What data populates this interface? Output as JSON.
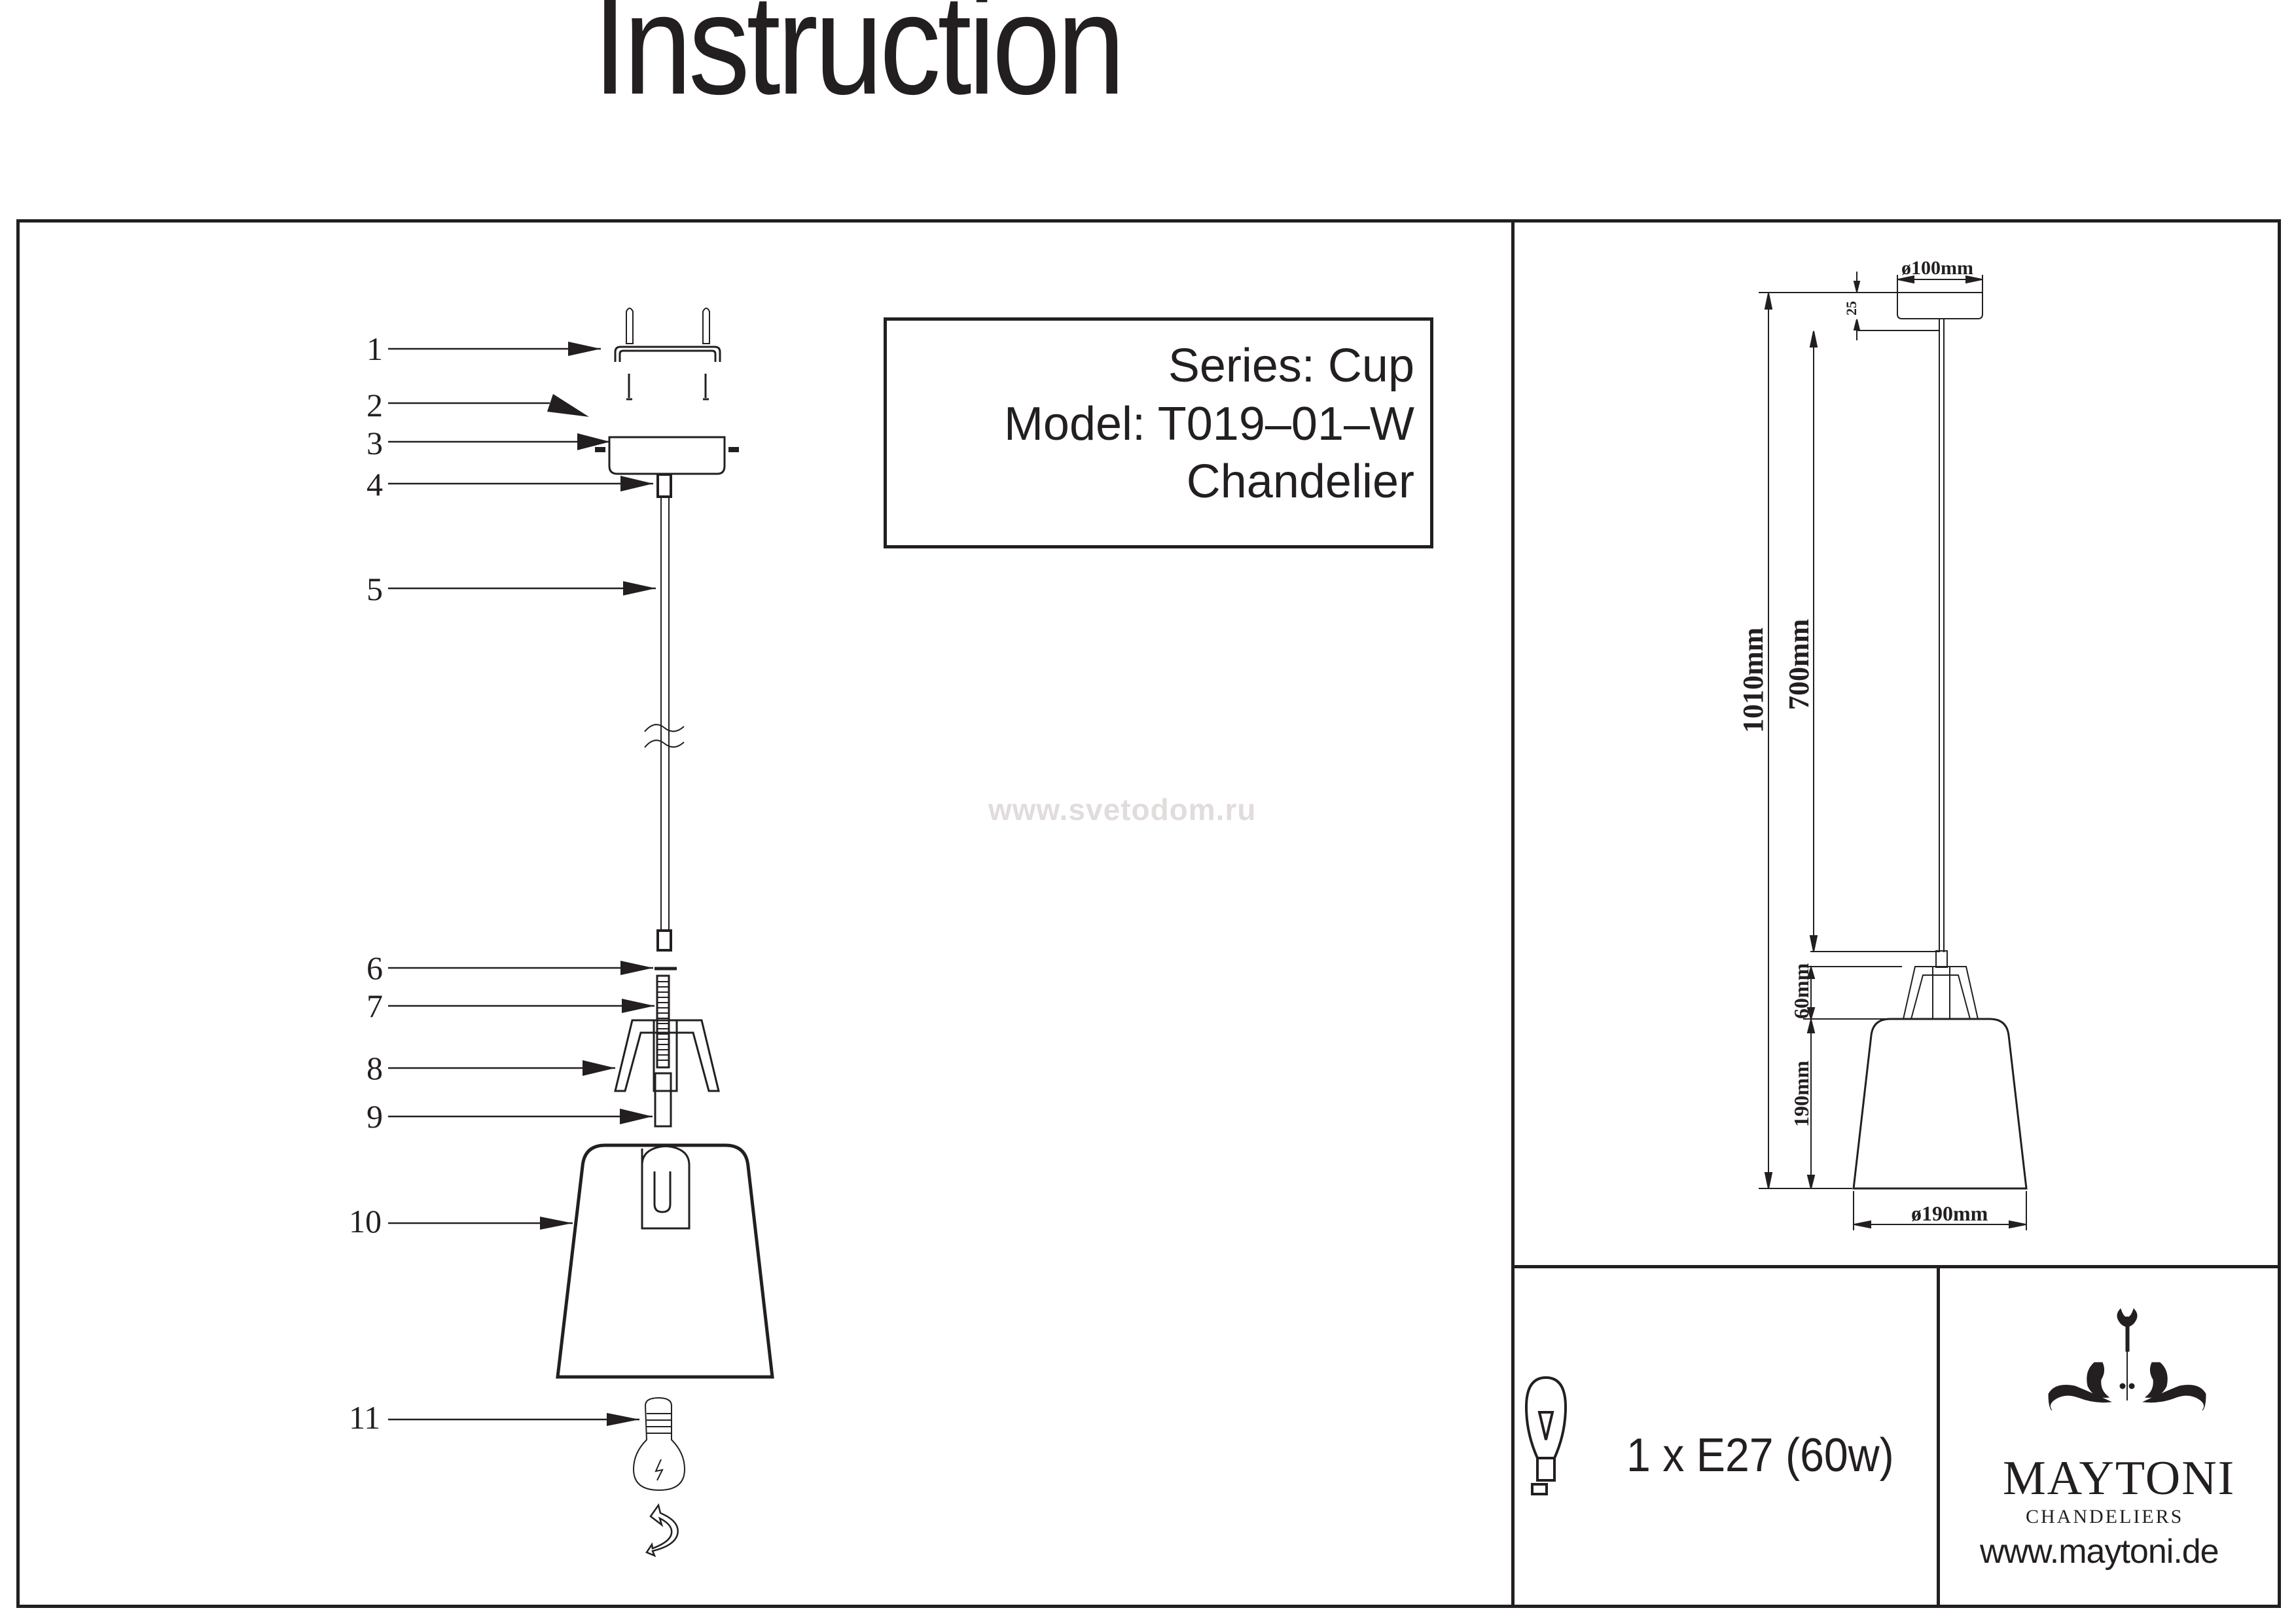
{
  "document": {
    "title": "Instruction",
    "watermark": "www.svetodom.ru"
  },
  "info_box": {
    "series": "Series: Cup",
    "model": "Model: T019–01–W",
    "type": "Chandelier"
  },
  "exploded_view": {
    "parts": [
      {
        "number": "1",
        "icon": "mounting-bracket-icon"
      },
      {
        "number": "2",
        "icon": "screw-icon"
      },
      {
        "number": "3",
        "icon": "ceiling-canopy-icon"
      },
      {
        "number": "4",
        "icon": "cable-clamp-icon"
      },
      {
        "number": "5",
        "icon": "suspension-cable-icon"
      },
      {
        "number": "6",
        "icon": "washer-icon"
      },
      {
        "number": "7",
        "icon": "threaded-tube-icon"
      },
      {
        "number": "8",
        "icon": "shade-holder-frame-icon"
      },
      {
        "number": "9",
        "icon": "lamp-holder-icon"
      },
      {
        "number": "10",
        "icon": "lamp-shade-icon"
      },
      {
        "number": "11",
        "icon": "light-bulb-icon"
      }
    ],
    "rotate_hint_icon": "rotate-arrow-icon"
  },
  "dimensions": {
    "canopy_diameter": "ø100mm",
    "canopy_height": "25",
    "total_height": "1010mm",
    "cable_length": "700mm",
    "frame_height": "60mm",
    "shade_height": "190mm",
    "shade_diameter": "ø190mm"
  },
  "bulb_spec": {
    "icon": "light-bulb-outline-icon",
    "text": "1 x E27 (60w)"
  },
  "brand": {
    "logo_icon": "chandelier-ornament-logo",
    "name": "MAYTONI",
    "subtitle": "CHANDELIERS",
    "url": "www.maytoni.de"
  },
  "colors": {
    "ink": "#231f20",
    "watermark": "#e2dcdc",
    "paper": "#ffffff"
  }
}
